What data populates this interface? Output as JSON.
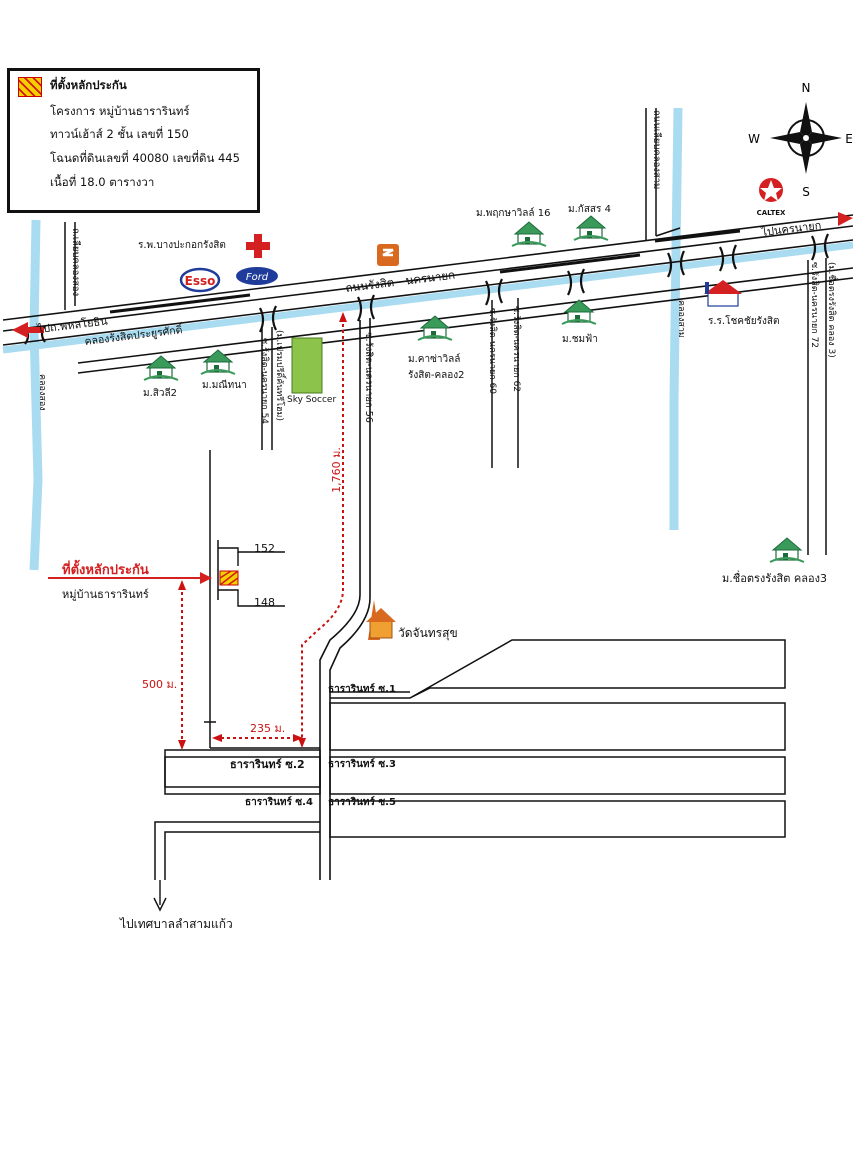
{
  "legend": {
    "line1": "ที่ตั้งหลักประกัน",
    "line2": "โครงการ หมู่บ้านธารารินทร์",
    "line3": "ทาวน์เฮ้าส์ 2 ชั้น เลขที่ 150",
    "line4": "โฉนดที่ดินเลขที่ 40080  เลขที่ดิน 445",
    "line5": "เนื้อที่ 18.0 ตารางวา"
  },
  "compass": {
    "n": "N",
    "s": "S",
    "e": "E",
    "w": "W"
  },
  "roads": {
    "main_road": "ถนนรังสิต - นครนายก",
    "canal": "คลองรังสิตประยูรศักดิ์",
    "to_phahonyothin": "ไปถ.พหลโยธิน",
    "to_nakhon_nayok": "ไปนครนายก",
    "khlong_song_road": "ถ.เลียบคลองสอง",
    "khlong_song": "คลองสอง",
    "khlong_sam_road": "ถนนเลียบคลองสาม",
    "khlong_sam": "คลองสาม",
    "soi54": "ซ.รังสิต-นครนายก 54",
    "soi54_sub": "(ม.เปรมปรีดิ์คันทรีโฮม)",
    "soi56": "ซ.รังสิต-นครนายก 56",
    "soi60": "ซ.รังสิต-นครนายก 60",
    "soi62": "ซ.รังสิต-นครนายก 62",
    "soi72": "ซ.รังสิต-นครนายก 72",
    "soi72_sub": "(ม.ชื่อตรงรังสิต คลอง 3)",
    "to_lumsamkaeo": "ไปเทศบาลลำสามแก้ว"
  },
  "landmarks": {
    "hospital": "ร.พ.บางปะกอกรังสิต",
    "esso": "Esso",
    "ford": "Ford",
    "caltex": "CALTEX",
    "sky_soccer": "Sky Soccer",
    "m_siwalee2": "ม.สิวลี2",
    "m_maneetana": "ม.มณีทนา",
    "m_casa_ville_1": "ม.คาซ่าวิลล์",
    "m_casa_ville_2": "รังสิต-คลอง2",
    "m_pruksa16": "ม.พฤกษาวิลล์ 16",
    "m_kassorn4": "ม.กัสสร 4",
    "m_chomfa": "ม.ชมฟ้า",
    "school": "ร.ร.โชคชัยรังสิต",
    "m_chuetrong": "ม.ชื่อตรงรังสิต คลอง3",
    "temple": "วัดจันทรสุข"
  },
  "site": {
    "label": "ที่ตั้งหลักประกัน",
    "project": "หมู่บ้านธาราริ​นทร์",
    "house_152": "152",
    "house_148": "148"
  },
  "distances": {
    "d1760": "1,760 ม.",
    "d500": "500 ม.",
    "d235": "235 ม."
  },
  "sois": {
    "s1": "ธารารินทร์ ซ.1",
    "s2": "ธารารินทร์ ซ.2",
    "s3": "ธารารินทร์ ซ.3",
    "s4": "ธารารินทร์ ซ.4",
    "s5": "ธารารินทร์ ซ.5"
  },
  "colors": {
    "canal": "#a9dcf0",
    "route": "#cc1111",
    "sky_soccer": "#8cc34a",
    "arrow": "#d42020",
    "house": "#2e8b57"
  }
}
